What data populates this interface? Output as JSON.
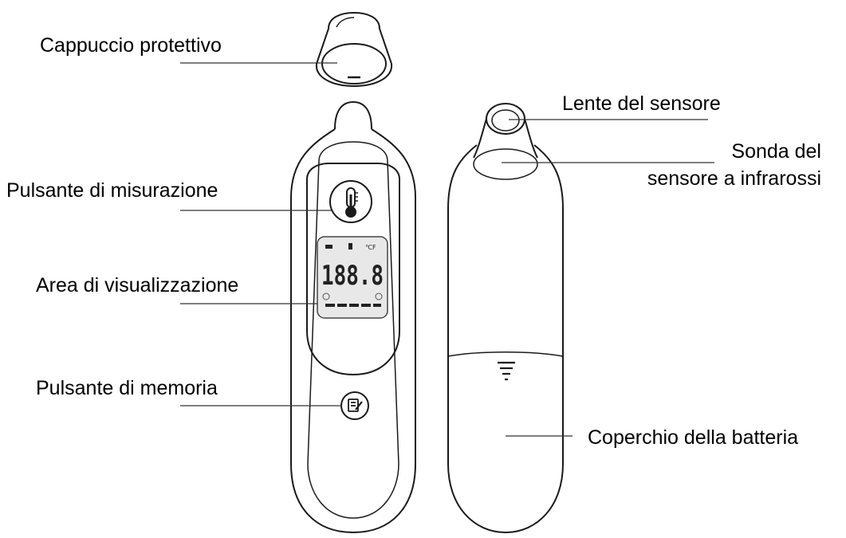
{
  "labels": {
    "cap": "Cappuccio protettivo",
    "lens": "Lente del sensore",
    "probe_line1": "Sonda del",
    "probe_line2": "sensore a infrarossi",
    "measure_button": "Pulsante di misurazione",
    "display_area": "Area di visualizzazione",
    "memory_button": "Pulsante di memoria",
    "battery_cover": "Coperchio della batteria"
  },
  "display": {
    "reading": "188.8",
    "units": "℃F"
  },
  "colors": {
    "line": "#333333",
    "outline": "#1a1a1a",
    "display_fill": "#e8e8e8",
    "segment": "#222222",
    "text": "#000000"
  },
  "icons": {
    "measure_button": "thermometer-icon",
    "memory_button": "memo-pen-icon",
    "battery_cover": "down-arrow-icon"
  }
}
